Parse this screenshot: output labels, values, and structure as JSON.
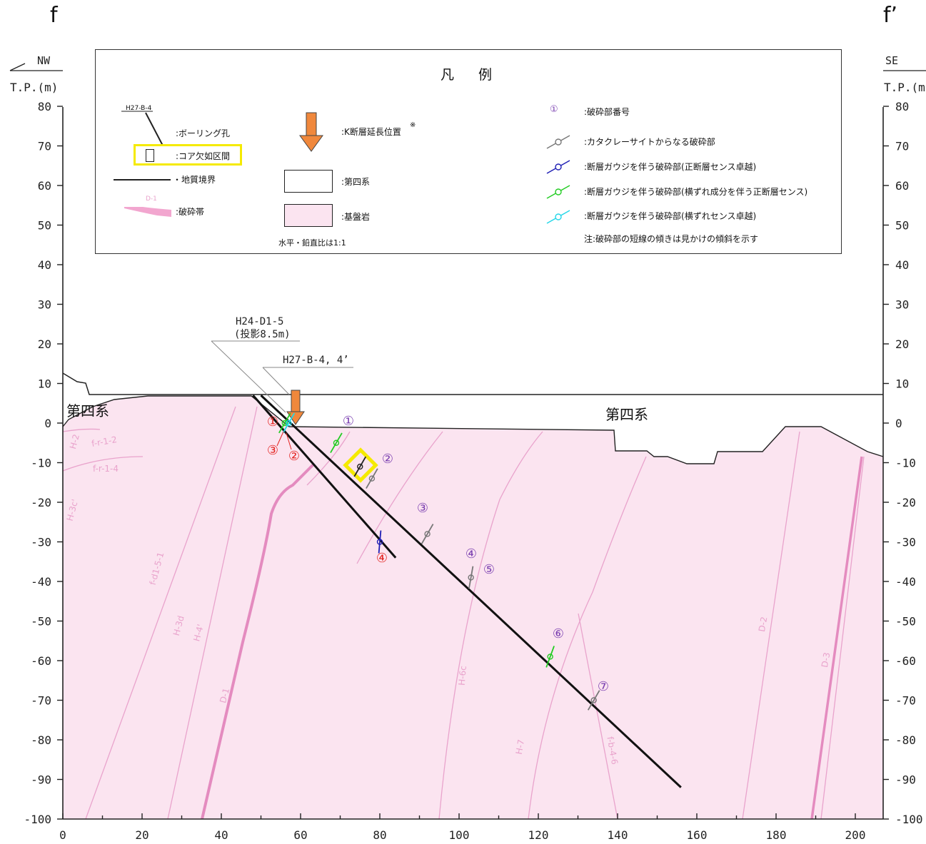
{
  "section": {
    "left_label": "f",
    "right_label": "f’",
    "left_direction": "NW",
    "right_direction": "SE",
    "left_axis_unit": "T.P.(m)",
    "right_axis_unit": "T.P.(m",
    "y_ticks": [
      80,
      70,
      60,
      50,
      40,
      30,
      20,
      10,
      0,
      -10,
      -20,
      -30,
      -40,
      -50,
      -60,
      -70,
      -80,
      -90,
      -100
    ],
    "x_ticks": [
      0,
      20,
      40,
      60,
      80,
      100,
      120,
      140,
      160,
      180,
      200
    ],
    "quaternary_label_left": "第四系",
    "quaternary_label_right": "第四系"
  },
  "boreholes": [
    {
      "name": "H24-D1-5",
      "note": "(投影8.5m)",
      "top": [
        48,
        7
      ],
      "bottom": [
        84,
        -34
      ]
    },
    {
      "name": "H27-B-4, 4’",
      "top": [
        50,
        7
      ],
      "bottom": [
        156,
        -92
      ]
    }
  ],
  "fracture_labels": {
    "red": [
      "①",
      "②",
      "③",
      "④"
    ],
    "purple": [
      "①",
      "②",
      "③",
      "④",
      "⑤",
      "⑥",
      "⑦"
    ]
  },
  "geologic_labels": [
    "H-2",
    "f-r-1-2",
    "f-r-1-4",
    "H-3c'",
    "f-d1-5-1",
    "H-3d",
    "H-4'",
    "D-1",
    "H-6c",
    "H-7",
    "f-b-4-6",
    "D-2",
    "D-3"
  ],
  "legend": {
    "title": "凡 例",
    "borehole_sample": "H27-B-4",
    "borehole": ":ボーリング孔",
    "core_missing": ":コア欠如区間",
    "geologic_boundary": "・地質境界",
    "fracture_zone_sample": "D-1",
    "fracture_zone": ":破砕帯",
    "k_fault": ":K断層延長位置",
    "k_fault_mark": "※",
    "quaternary": ":第四系",
    "bedrock": ":基盤岩",
    "scale_note": "水平・鉛直比は1:1",
    "fracture_number_symbol": "①",
    "fracture_number": ":破砕部番号",
    "cataclasite": ":カタクレーサイトからなる破砕部",
    "gouge_normal": ":断層ガウジを伴う破砕部(正断層センス卓越)",
    "gouge_normal_strike": ":断層ガウジを伴う破砕部(横ずれ成分を伴う正断層センス)",
    "gouge_strike": ":断層ガウジを伴う破砕部(横ずれセンス卓越)",
    "note": "注:破砕部の短線の傾きは見かけの傾斜を示す"
  },
  "colors": {
    "bedrock": "#fbe4f0",
    "boundary_pink": "#e9a3cc",
    "fault_pink": "#e8a0c8",
    "red": "#e3231f",
    "purple": "#7a3fb0",
    "gouge_green": "#22cc22",
    "gouge_blue": "#1e1eb4",
    "gouge_cyan": "#22d6e8",
    "cataclasite_gray": "#777777",
    "k_fault_orange": "#f0883c",
    "core_missing_yellow": "#f5ea00"
  }
}
